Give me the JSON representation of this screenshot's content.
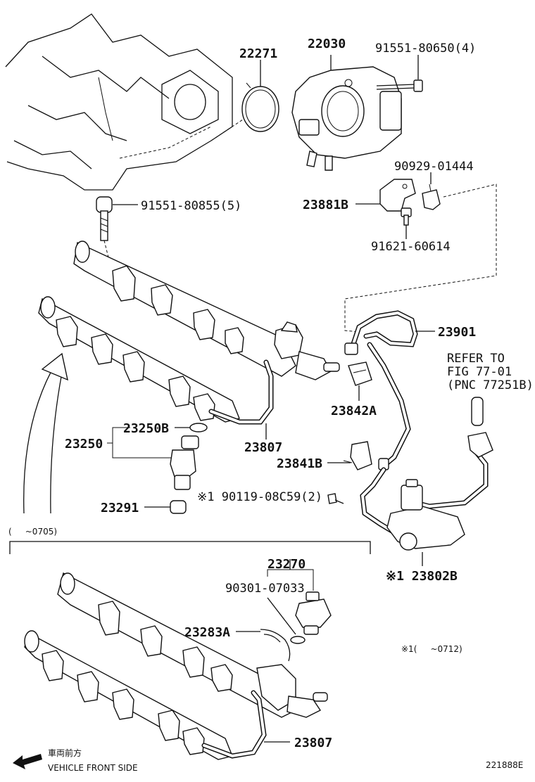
{
  "labels": {
    "p22271": "22271",
    "p22030": "22030",
    "p91551_80650": "91551-80650(4)",
    "p91551_80855": "91551-80855(5)",
    "p90929_01444": "90929-01444",
    "p23881B": "23881B",
    "p91621_60614": "91621-60614",
    "p23901": "23901",
    "refer_line1": "REFER TO",
    "refer_line2": "FIG 77-01",
    "refer_line3": "(PNC 77251B)",
    "p23842A": "23842A",
    "p23250B": "23250B",
    "p23250": "23250",
    "p23807_upper": "23807",
    "p23841B": "23841B",
    "p23291": "23291",
    "p90119": "※1 90119-08C59(2)",
    "p23802B": "※1 23802B",
    "range_upper": "(     ~0705)",
    "p23270": "23270",
    "p90301_07033": "90301-07033",
    "p23283A": "23283A",
    "note_range": "※1(     ~0712)",
    "p23807_lower": "23807",
    "front_jp": "車両前方",
    "front_en": "VEHICLE FRONT SIDE",
    "figure_id": "221888E"
  }
}
